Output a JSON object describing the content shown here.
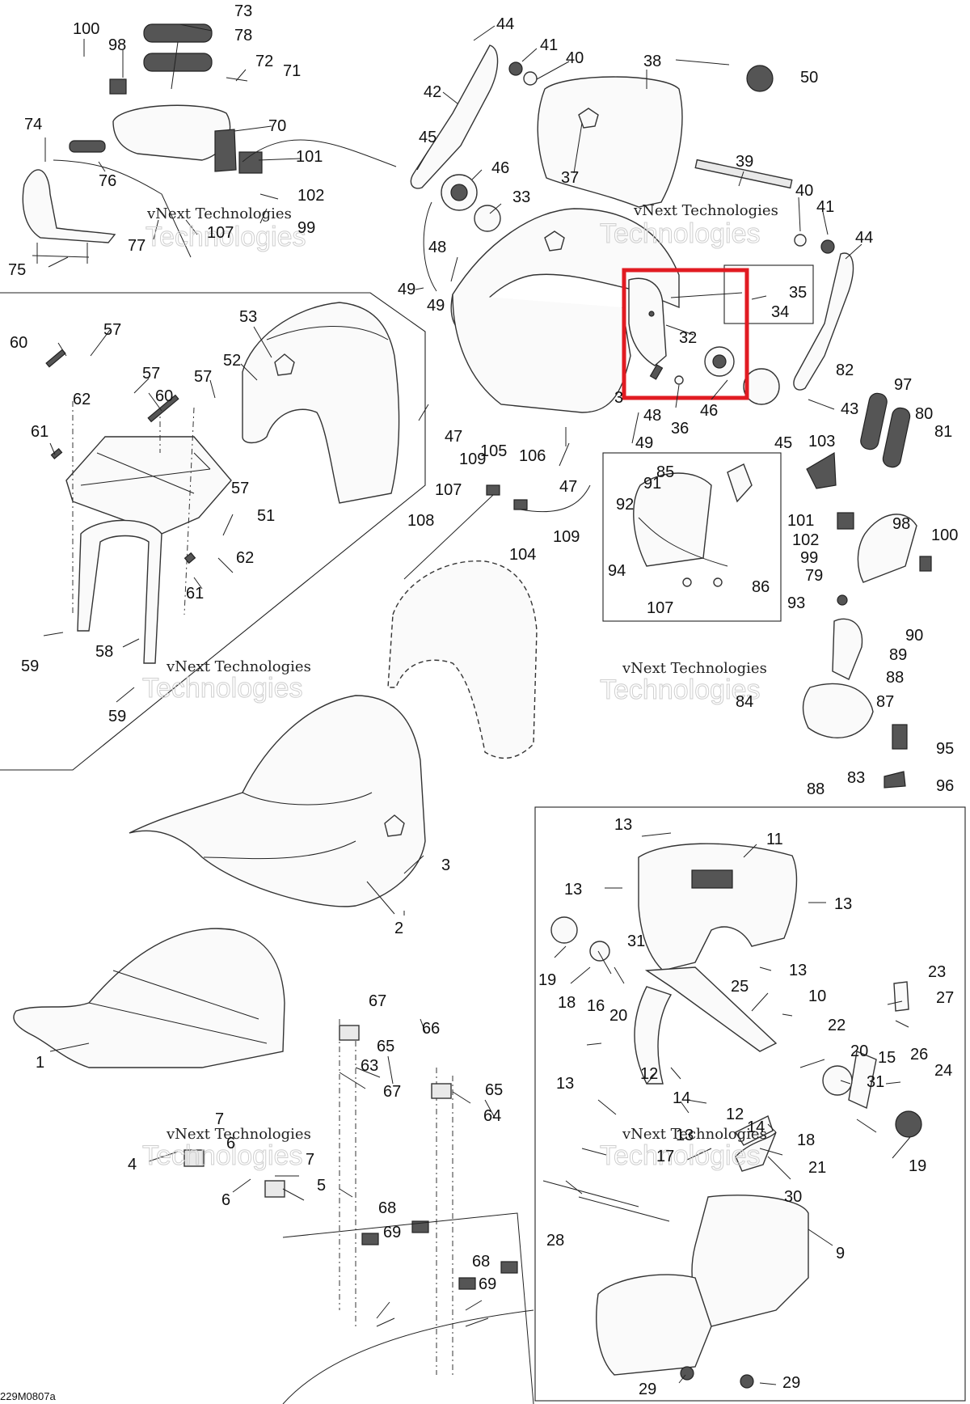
{
  "diagram": {
    "code": "229M0807a",
    "watermark_line1": "vNext Technologies",
    "watermark_line2": "Technologies",
    "highlight_color": "#e11b22",
    "labels": {
      "l1": "1",
      "l2": "2",
      "l3": "3",
      "l3b": "3",
      "l4": "4",
      "l5": "5",
      "l6a": "6",
      "l6b": "6",
      "l7a": "7",
      "l7b": "7",
      "l9": "9",
      "l10": "10",
      "l11": "11",
      "l12a": "12",
      "l12b": "12",
      "l13a": "13",
      "l13b": "13",
      "l13c": "13",
      "l13d": "13",
      "l13e": "13",
      "l13f": "13",
      "l14a": "14",
      "l14b": "14",
      "l15": "15",
      "l16": "16",
      "l17": "17",
      "l18a": "18",
      "l18b": "18",
      "l19a": "19",
      "l19b": "19",
      "l20a": "20",
      "l20b": "20",
      "l21": "21",
      "l22": "22",
      "l23": "23",
      "l24": "24",
      "l25": "25",
      "l26": "26",
      "l27": "27",
      "l28": "28",
      "l29a": "29",
      "l29b": "29",
      "l30": "30",
      "l31a": "31",
      "l31b": "31",
      "l32": "32",
      "l33": "33",
      "l34": "34",
      "l35": "35",
      "l36": "36",
      "l37": "37",
      "l38": "38",
      "l39": "39",
      "l40a": "40",
      "l40b": "40",
      "l41a": "41",
      "l41b": "41",
      "l42": "42",
      "l43": "43",
      "l44a": "44",
      "l44b": "44",
      "l45a": "45",
      "l45b": "45",
      "l46a": "46",
      "l46b": "46",
      "l47a": "47",
      "l47b": "47",
      "l48a": "48",
      "l48b": "48",
      "l49a": "49",
      "l49b": "49",
      "l50": "50",
      "l51": "51",
      "l52": "52",
      "l53": "53",
      "l57a": "57",
      "l57b": "57",
      "l57c": "57",
      "l57d": "57",
      "l58": "58",
      "l59a": "59",
      "l59b": "59",
      "l60a": "60",
      "l60b": "60",
      "l61a": "61",
      "l61b": "61",
      "l62a": "62",
      "l62b": "62",
      "l63": "63",
      "l64": "64",
      "l65a": "65",
      "l65b": "65",
      "l66": "66",
      "l67a": "67",
      "l67b": "67",
      "l68a": "68",
      "l68b": "68",
      "l69a": "69",
      "l69b": "69",
      "l70": "70",
      "l71": "71",
      "l72": "72",
      "l73": "73",
      "l74": "74",
      "l75": "75",
      "l76": "76",
      "l77": "77",
      "l78": "78",
      "l79": "79",
      "l80": "80",
      "l81": "81",
      "l82": "82",
      "l83": "83",
      "l84": "84",
      "l85": "85",
      "l86": "86",
      "l87": "87",
      "l88a": "88",
      "l88b": "88",
      "l89": "89",
      "l90": "90",
      "l91": "91",
      "l92": "92",
      "l93": "93",
      "l94": "94",
      "l95": "95",
      "l96": "96",
      "l97": "97",
      "l98a": "98",
      "l98b": "98",
      "l99a": "99",
      "l99b": "99",
      "l100a": "100",
      "l100b": "100",
      "l101a": "101",
      "l101b": "101",
      "l102a": "102",
      "l102b": "102",
      "l103": "103",
      "l104": "104",
      "l105": "105",
      "l106": "106",
      "l107a": "107",
      "l107b": "107",
      "l107c": "107",
      "l108": "108",
      "l109a": "109",
      "l109b": "109"
    }
  }
}
